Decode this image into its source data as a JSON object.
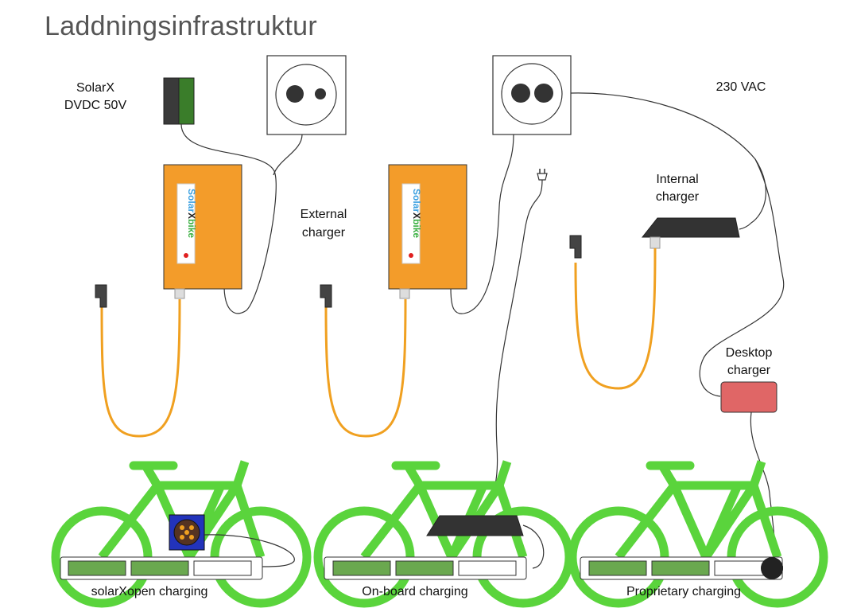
{
  "title": "Laddningsinfrastruktur",
  "labels": {
    "solarx_line1": "SolarX",
    "solarx_line2": "DVDC 50V",
    "external_line1": "External",
    "external_line2": "charger",
    "vac": "230 VAC",
    "internal_line1": "Internal",
    "internal_line2": "charger",
    "desktop_line1": "Desktop",
    "desktop_line2": "charger",
    "solarxopen": "solarXopen charging",
    "onboard": "On-board charging",
    "proprietary": "Proprietary charging"
  },
  "brand": {
    "part1": "Solar",
    "part2": "X",
    "part3": "bike",
    "color1": "#3aa0e0",
    "color2": "#222222",
    "color3": "#3cb043"
  },
  "colors": {
    "charger": "#f39c2a",
    "cable": "#f0a020",
    "bike": "#5ad43c",
    "battery_cell": "#6aa84f",
    "desktop": "#e06666",
    "connector": "#2233bb",
    "solar_panel": "#3a7d2a"
  }
}
